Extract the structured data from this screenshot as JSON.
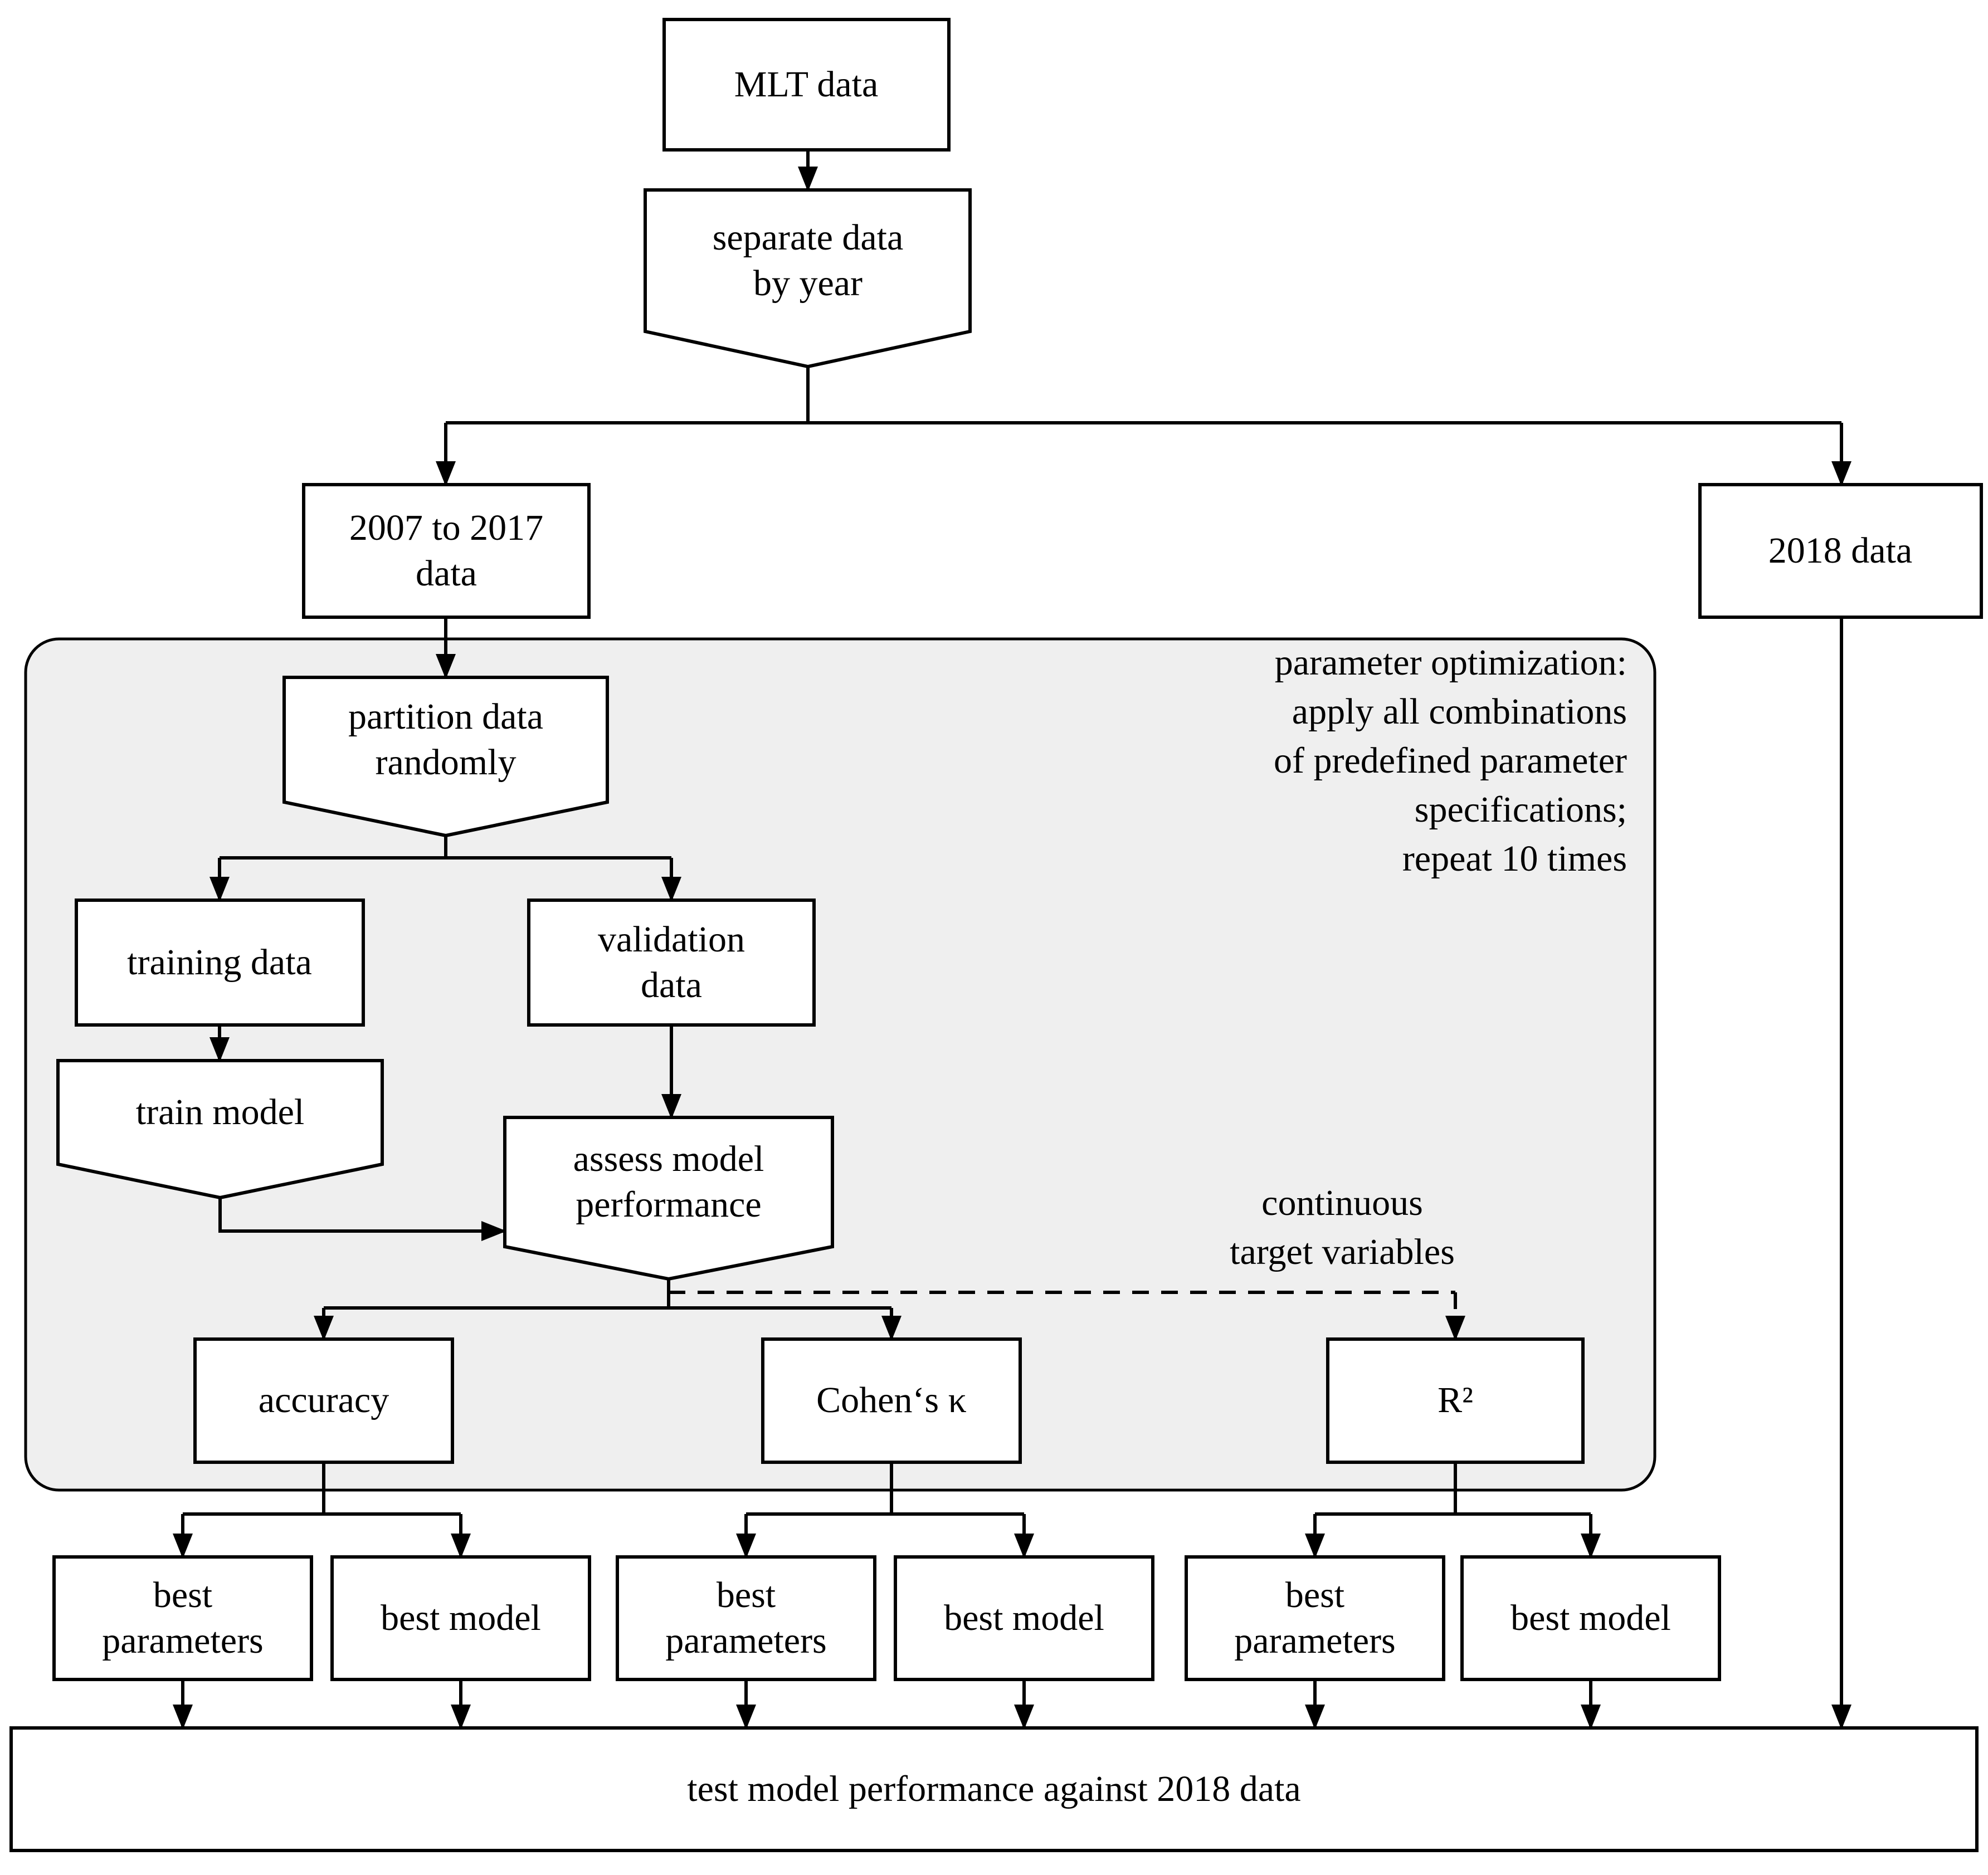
{
  "figure": {
    "type": "flowchart",
    "colors": {
      "background": "#ffffff",
      "panel_fill": "#efefef",
      "line": "#000000",
      "text": "#000000"
    },
    "nodes": {
      "mlt": "MLT data",
      "separate": "separate data\nby year",
      "data_2007_2017": "2007 to 2017\ndata",
      "data_2018": "2018 data",
      "partition": "partition data\nrandomly",
      "training_data": "training data",
      "validation_data": "validation\ndata",
      "train_model": "train model",
      "assess": "assess model\nperformance",
      "accuracy": "accuracy",
      "cohens_kappa": "Cohen‘s κ",
      "r_squared": "R²",
      "best_parameters": "best\nparameters",
      "best_model": "best model",
      "test_2018": "test model performance against 2018 data"
    },
    "notes": {
      "parameter_optimization": "parameter optimization:\napply all combinations\nof predefined parameter\nspecifications;\nrepeat 10 times",
      "continuous_targets": "continuous\ntarget variables"
    }
  }
}
